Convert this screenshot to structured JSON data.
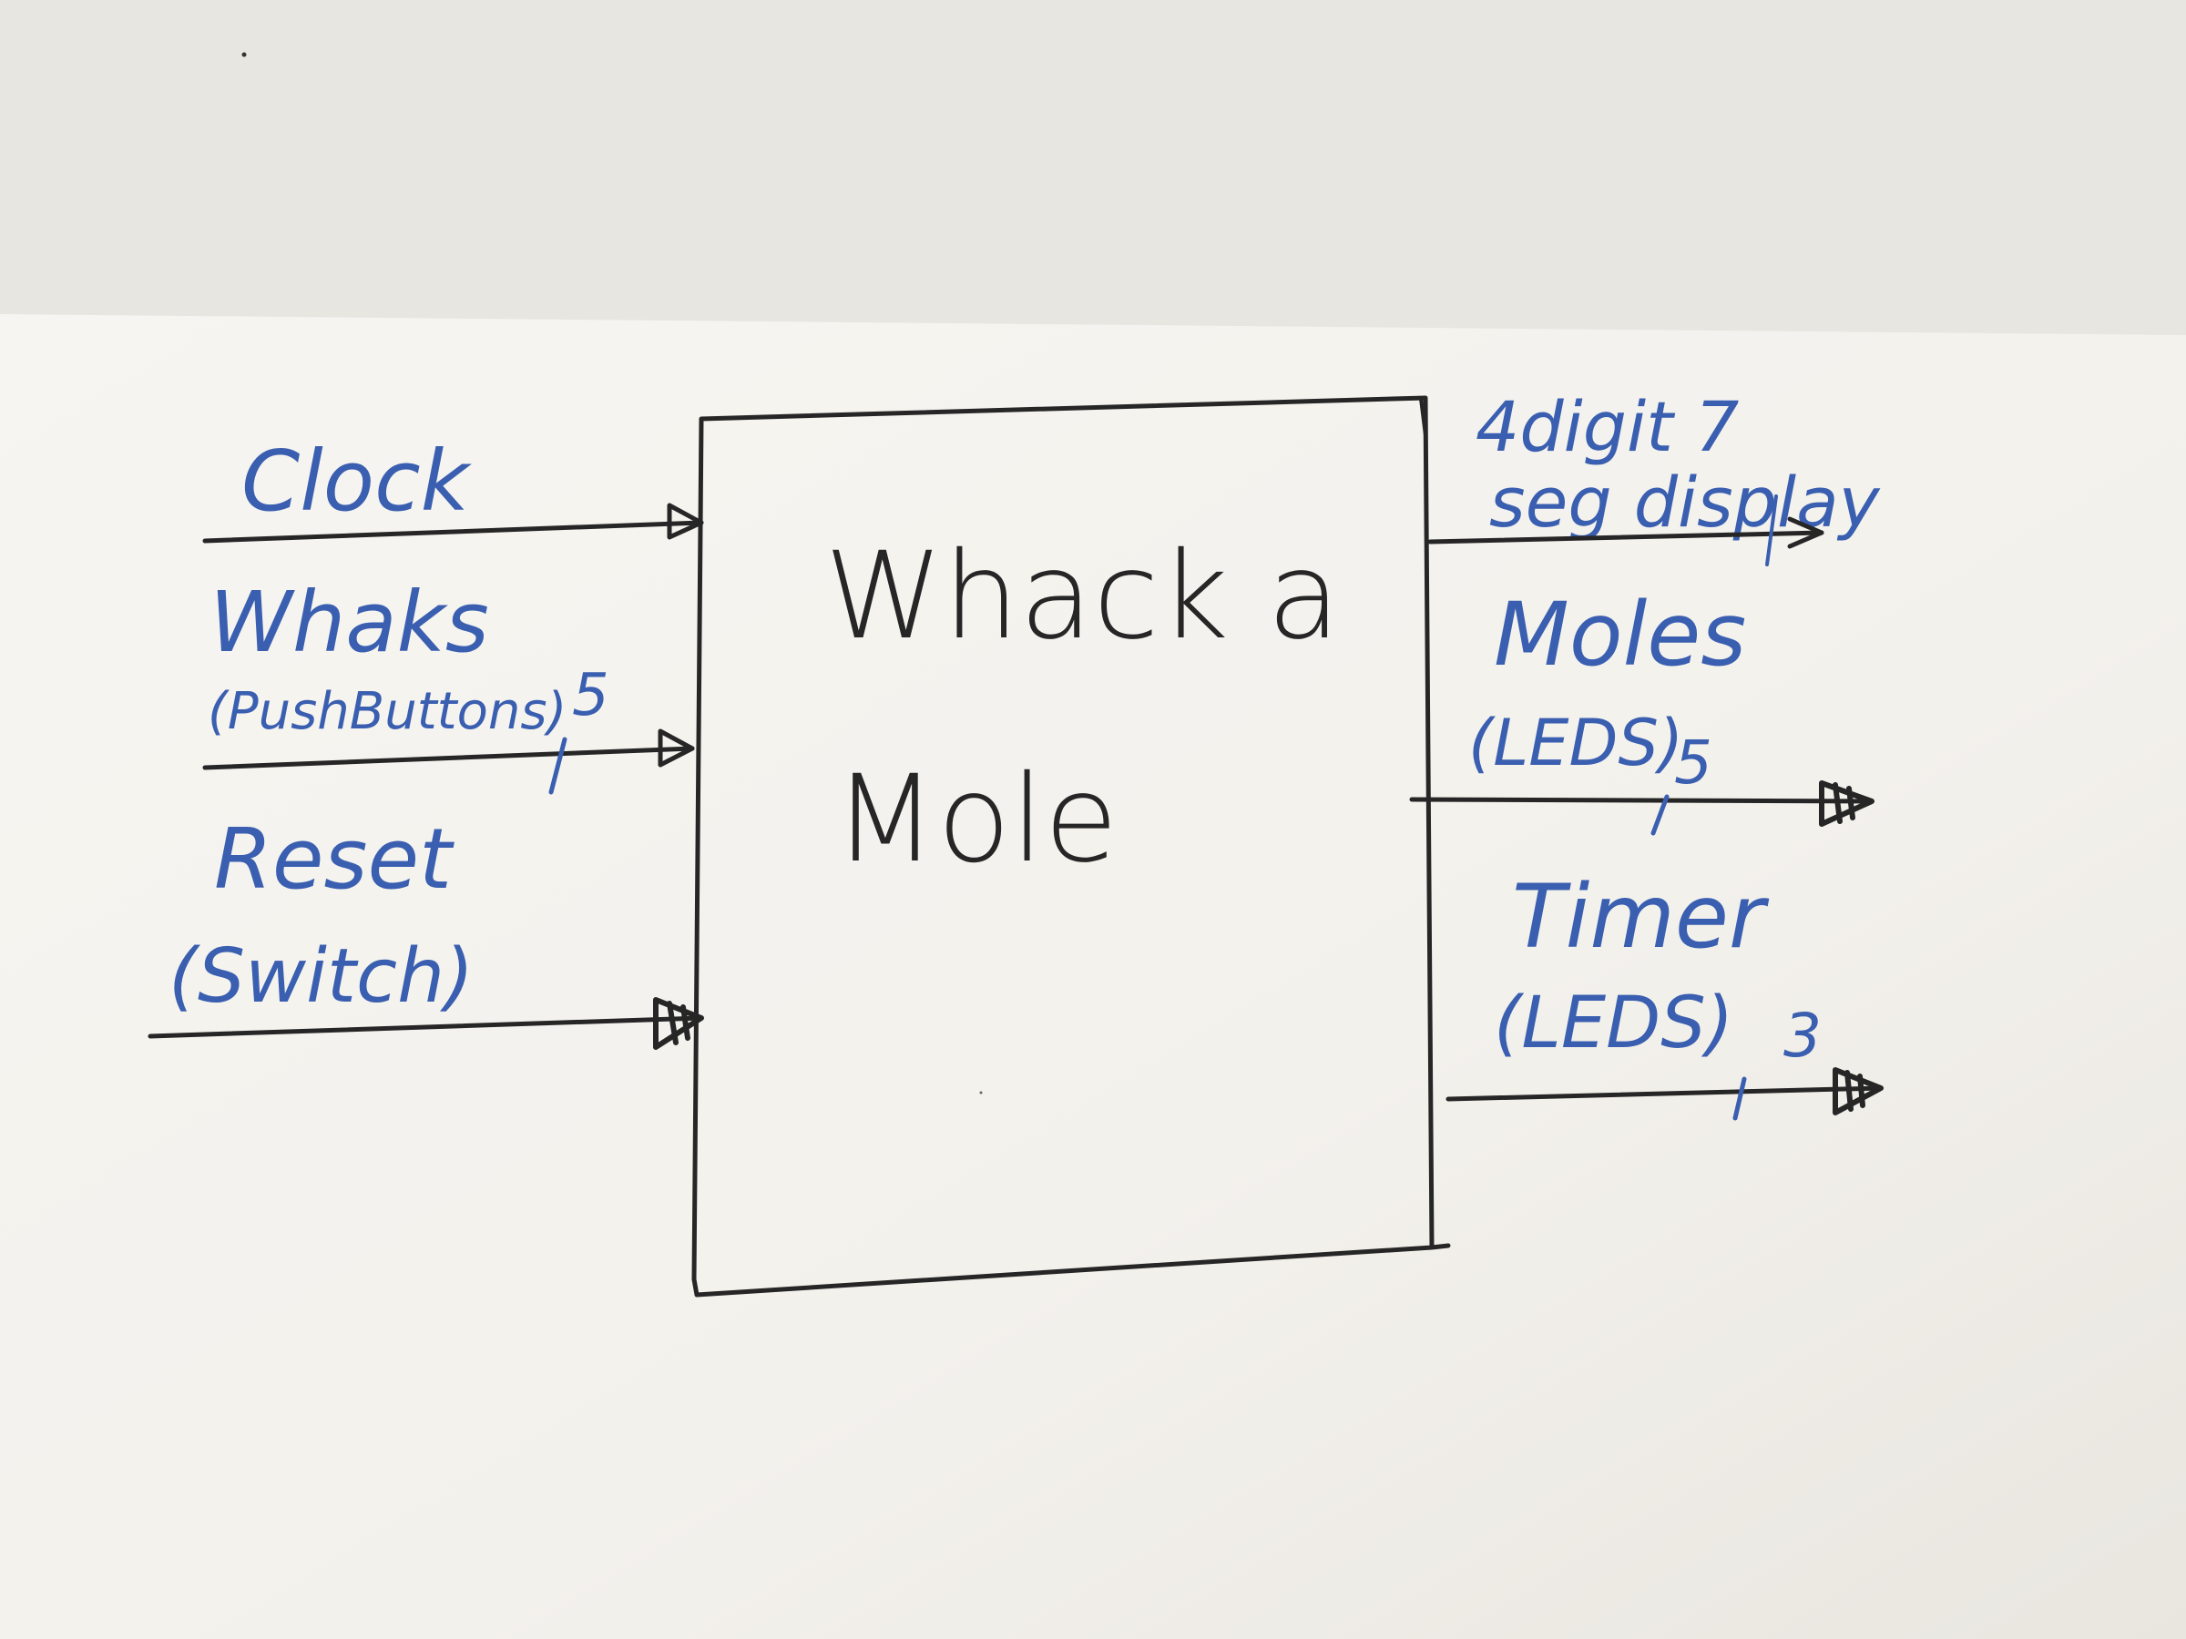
{
  "block": {
    "title_line1": "Whack  a",
    "title_line2": "Mole"
  },
  "inputs": {
    "clock": "Clock",
    "whaks": "Whaks",
    "whaks_sub": "(PushButtons)",
    "whaks_width": "5",
    "reset": "Reset",
    "reset_sub": "(Switch)"
  },
  "outputs": {
    "display_line1": "4digit 7",
    "display_line2": "seg display",
    "moles": "Moles",
    "moles_sub": "(LEDS)",
    "moles_width": "5",
    "timer": "Timer",
    "timer_sub": "(LEDS)",
    "timer_width": "3"
  },
  "colors": {
    "paper": "#fbfaf7",
    "ink_black": "#262626",
    "ink_blue": "#3a5fb0"
  }
}
